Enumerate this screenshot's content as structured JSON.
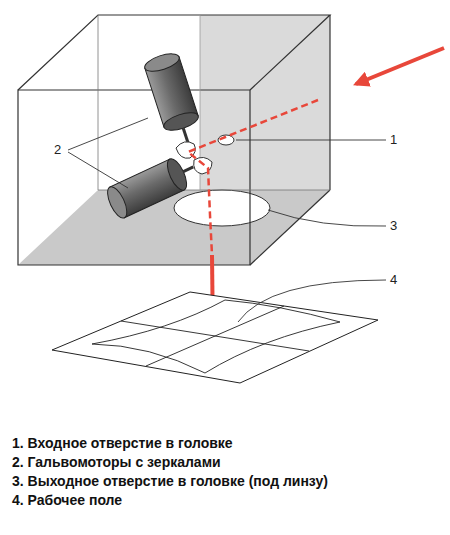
{
  "diagram": {
    "labels": [
      "1",
      "2",
      "3",
      "4",
      "1. Входное отверстие в головке",
      "2. Гальвомоторы с зеркалами",
      "3. Выходное отверстие в головке (под линзу)",
      "4. Рабочее поле"
    ]
  }
}
